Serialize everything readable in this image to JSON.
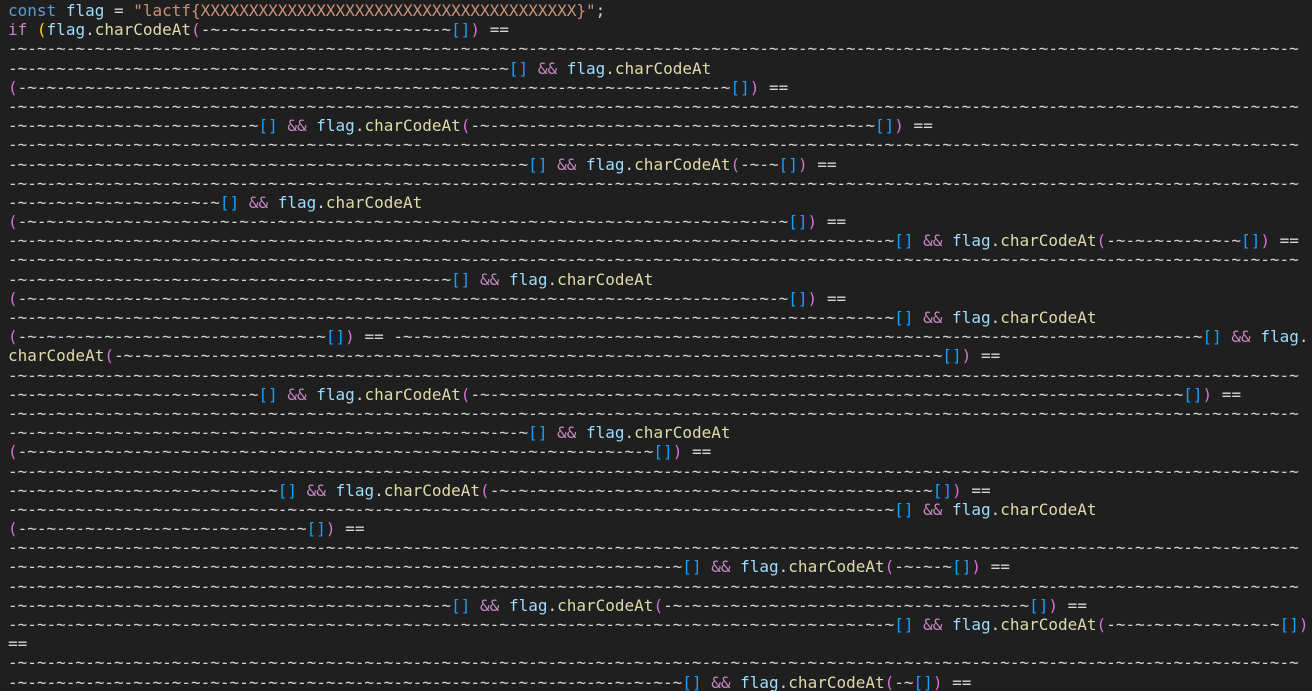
{
  "editor": {
    "background": "#1f1f1f",
    "colors": {
      "default": "#d4d4d4",
      "keyword": "#569cd6",
      "control": "#c586c0",
      "variable": "#9cdcfe",
      "string": "#ce9178",
      "function": "#dcdcaa",
      "logical_operator": "#c586c0",
      "paren_level1": "#ffd700",
      "paren_level2": "#da70d6",
      "bracket_level3": "#179fff"
    },
    "tilde_unit": "-~",
    "lines": [
      {
        "segments": [
          {
            "text": "const flag = \"lactf{XXXXXXXXXXXXXXXXXXXXXXXXXXXXXXXXXXXXXXX}\";"
          }
        ]
      },
      {
        "segments": [
          {
            "text": "if (flag.charCodeAt("
          },
          {
            "tildes": 13
          },
          {
            "text": "[]) =="
          }
        ]
      },
      {
        "segments": [
          {
            "tildes": 67
          }
        ]
      },
      {
        "segments": [
          {
            "tildes": 26
          },
          {
            "text": "[] && flag.charCodeAt"
          }
        ]
      },
      {
        "segments": [
          {
            "text": "("
          },
          {
            "tildes": 37
          },
          {
            "text": "[]) =="
          }
        ]
      },
      {
        "segments": [
          {
            "tildes": 67
          }
        ]
      },
      {
        "segments": [
          {
            "tildes": 13
          },
          {
            "text": "[] && flag.charCodeAt("
          },
          {
            "tildes": 21
          },
          {
            "text": "[]) =="
          }
        ]
      },
      {
        "segments": [
          {
            "tildes": 67
          }
        ]
      },
      {
        "segments": [
          {
            "tildes": 27
          },
          {
            "text": "[] && flag.charCodeAt("
          },
          {
            "tildes": 2
          },
          {
            "text": "[]) =="
          }
        ]
      },
      {
        "segments": [
          {
            "tildes": 67
          }
        ]
      },
      {
        "segments": [
          {
            "tildes": 11
          },
          {
            "text": "[] && flag.charCodeAt"
          }
        ]
      },
      {
        "segments": [
          {
            "text": "("
          },
          {
            "tildes": 40
          },
          {
            "text": "[]) =="
          }
        ]
      },
      {
        "segments": [
          {
            "tildes": 46
          },
          {
            "text": "[] && flag.charCodeAt("
          },
          {
            "tildes": 7
          },
          {
            "text": "[]) =="
          }
        ]
      },
      {
        "segments": [
          {
            "tildes": 67
          }
        ]
      },
      {
        "segments": [
          {
            "tildes": 23
          },
          {
            "text": "[] && flag.charCodeAt"
          }
        ]
      },
      {
        "segments": [
          {
            "text": "("
          },
          {
            "tildes": 40
          },
          {
            "text": "[]) =="
          }
        ]
      },
      {
        "segments": [
          {
            "tildes": 46
          },
          {
            "text": "[] && flag.charCodeAt"
          }
        ]
      },
      {
        "segments": [
          {
            "text": "("
          },
          {
            "tildes": 16
          },
          {
            "text": "[]) == "
          },
          {
            "tildes": 42
          },
          {
            "text": "[] && flag."
          }
        ]
      },
      {
        "segments": [
          {
            "text": "charCodeAt("
          },
          {
            "tildes": 43
          },
          {
            "text": "[]) =="
          }
        ]
      },
      {
        "segments": [
          {
            "tildes": 67
          }
        ]
      },
      {
        "segments": [
          {
            "tildes": 13
          },
          {
            "text": "[] && flag.charCodeAt("
          },
          {
            "tildes": 37
          },
          {
            "text": "[]) =="
          }
        ]
      },
      {
        "segments": [
          {
            "tildes": 67
          }
        ]
      },
      {
        "segments": [
          {
            "tildes": 27
          },
          {
            "text": "[] && flag.charCodeAt"
          }
        ]
      },
      {
        "segments": [
          {
            "text": "("
          },
          {
            "tildes": 33
          },
          {
            "text": "[]) =="
          }
        ]
      },
      {
        "segments": [
          {
            "tildes": 67
          }
        ]
      },
      {
        "segments": [
          {
            "tildes": 14
          },
          {
            "text": "[] && flag.charCodeAt("
          },
          {
            "tildes": 23
          },
          {
            "text": "[]) =="
          }
        ]
      },
      {
        "segments": [
          {
            "tildes": 46
          },
          {
            "text": "[] && flag.charCodeAt"
          }
        ]
      },
      {
        "segments": [
          {
            "text": "("
          },
          {
            "tildes": 15
          },
          {
            "text": "[]) =="
          }
        ]
      },
      {
        "segments": [
          {
            "tildes": 67
          }
        ]
      },
      {
        "segments": [
          {
            "tildes": 35
          },
          {
            "text": "[] && flag.charCodeAt("
          },
          {
            "tildes": 3
          },
          {
            "text": "[]) =="
          }
        ]
      },
      {
        "segments": [
          {
            "tildes": 67
          }
        ]
      },
      {
        "segments": [
          {
            "tildes": 23
          },
          {
            "text": "[] && flag.charCodeAt("
          },
          {
            "tildes": 19
          },
          {
            "text": "[]) =="
          }
        ]
      },
      {
        "segments": [
          {
            "tildes": 46
          },
          {
            "text": "[] && flag.charCodeAt("
          },
          {
            "tildes": 9
          },
          {
            "text": "[])"
          }
        ]
      },
      {
        "segments": [
          {
            "text": "=="
          }
        ]
      },
      {
        "segments": [
          {
            "tildes": 67
          }
        ]
      },
      {
        "segments": [
          {
            "tildes": 35
          },
          {
            "text": "[] && flag.charCodeAt("
          },
          {
            "tildes": 1
          },
          {
            "text": "[]) =="
          }
        ]
      }
    ]
  }
}
